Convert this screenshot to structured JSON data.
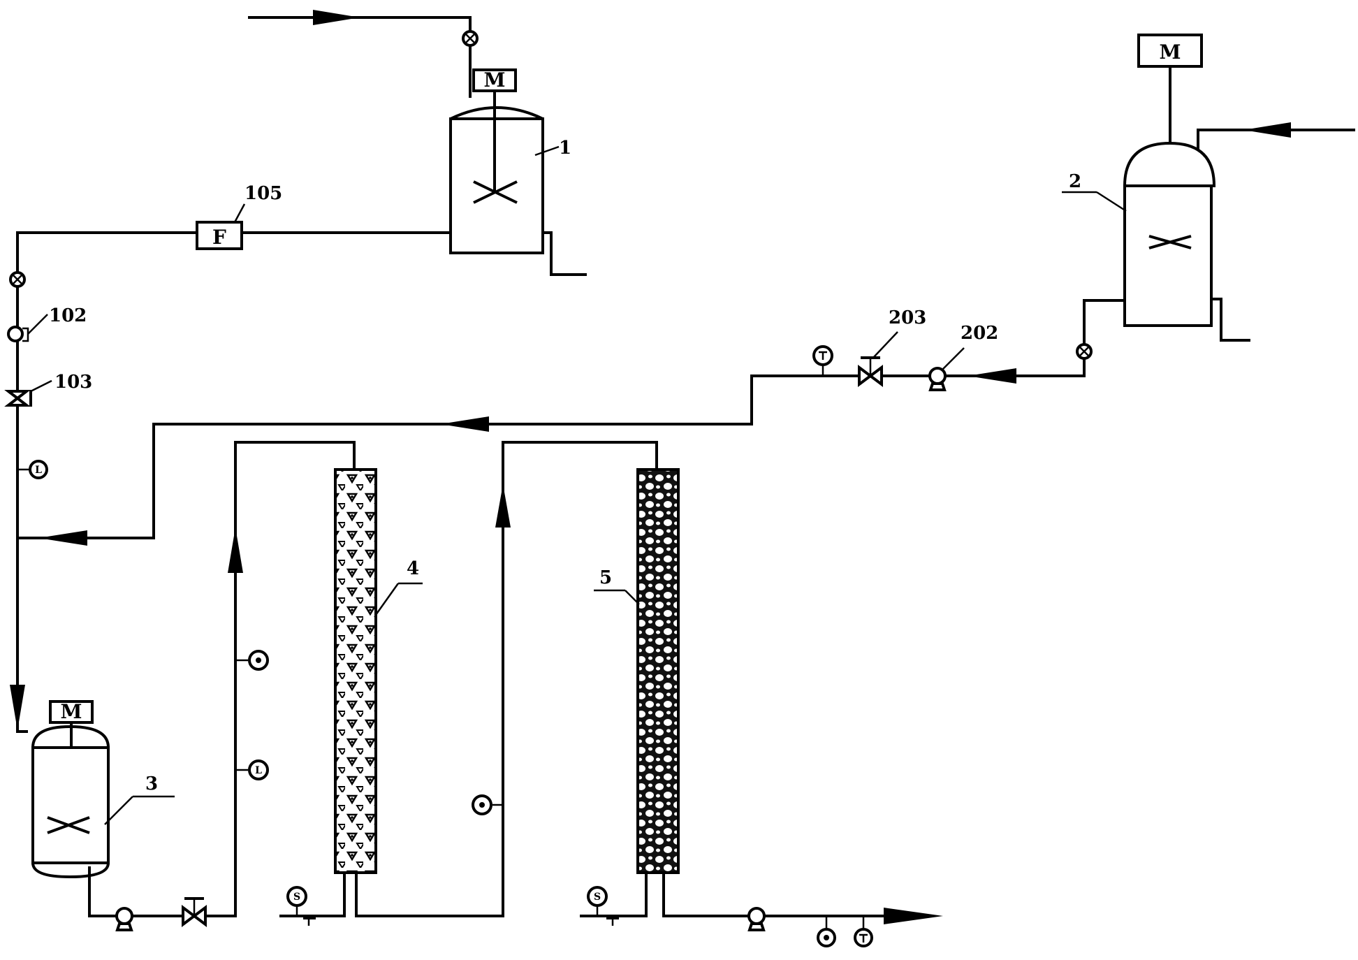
{
  "labels": {
    "tank1": "1",
    "tank2": "2",
    "tank3": "3",
    "column4": "4",
    "column5": "5",
    "valve102": "102",
    "valve103": "103",
    "filter105": "105",
    "pump202": "202",
    "valve203": "203"
  },
  "symbols": {
    "motor": "M",
    "filter": "F",
    "level": "L",
    "sample": "S"
  },
  "colors": {
    "line": "#000000",
    "background": "#ffffff"
  }
}
